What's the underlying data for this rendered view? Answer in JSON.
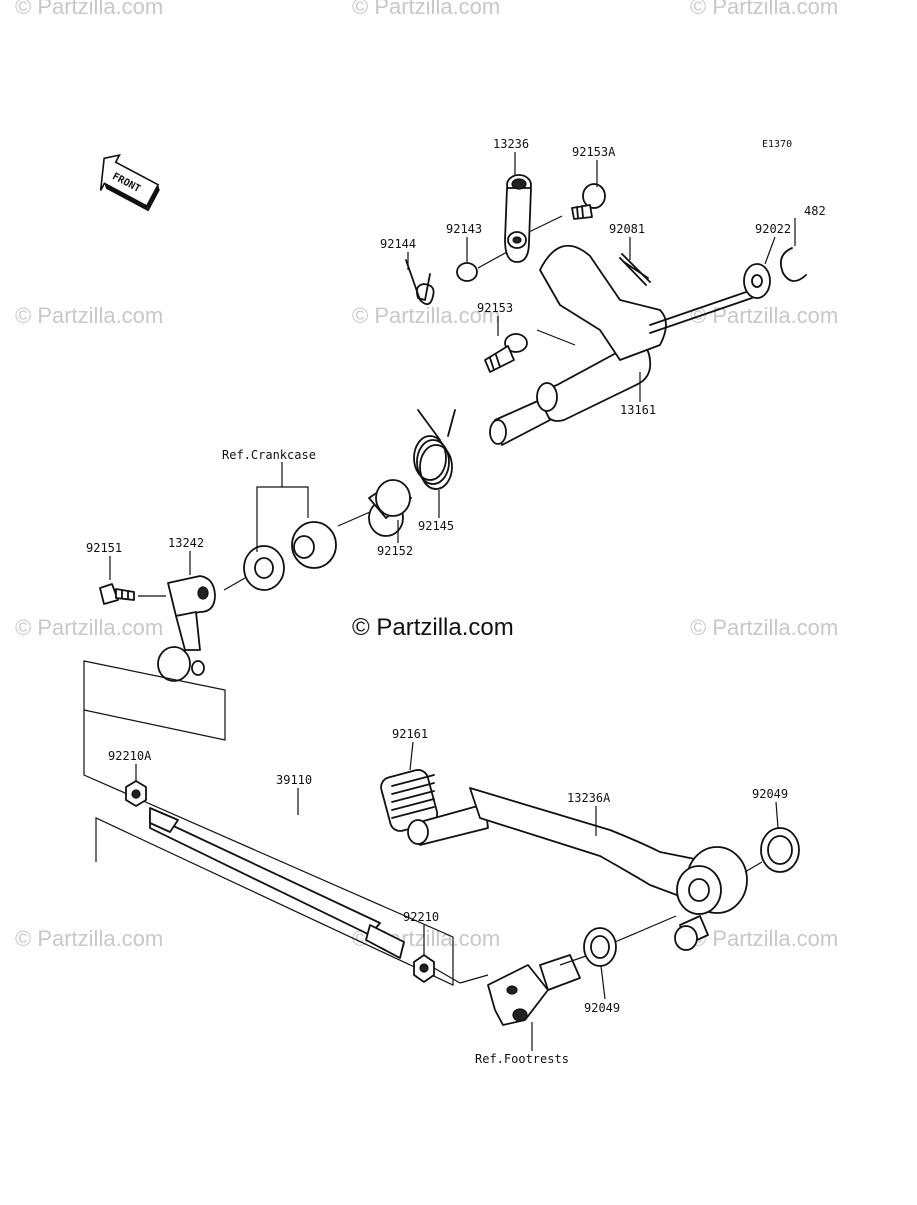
{
  "diagram_code": "E1370",
  "front_label": "FRONT",
  "copyright_main": "© Partzilla.com",
  "watermark": "© Partzilla.com",
  "parts": {
    "p13236": "13236",
    "p92153A": "92153A",
    "p92143": "92143",
    "p92144": "92144",
    "p92081": "92081",
    "p92022": "92022",
    "p482": "482",
    "p92153": "92153",
    "p13161": "13161",
    "p92145": "92145",
    "p92152": "92152",
    "p92151": "92151",
    "p13242": "13242",
    "p92161": "92161",
    "p92210A": "92210A",
    "p39110": "39110",
    "p13236A": "13236A",
    "p92049_top": "92049",
    "p92049_bottom": "92049",
    "p92210": "92210"
  },
  "refs": {
    "crankcase": "Ref.Crankcase",
    "footrests": "Ref.Footrests"
  }
}
